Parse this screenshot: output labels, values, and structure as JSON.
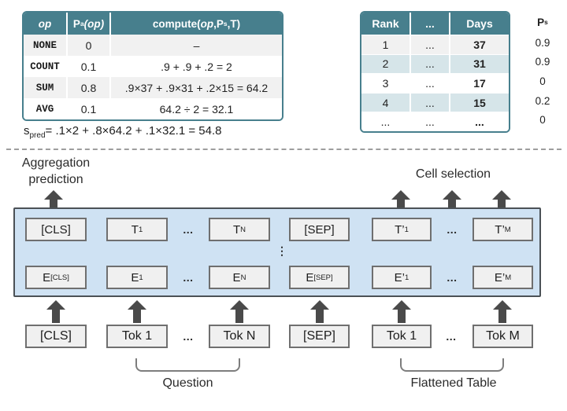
{
  "colors": {
    "table_header_teal": "#477f8d",
    "row_teal": "#d6e5e9",
    "row_gray": "#f1f1f1",
    "transformer_fill": "#cfe2f3",
    "transformer_border": "#4b5156",
    "arrow_gray": "#4a4a4a"
  },
  "op_table": {
    "header": {
      "col1": "op",
      "col2": {
        "p": "P",
        "sub": "a",
        "rest": "(op)"
      },
      "col3": {
        "pre": "compute(",
        "op": "op",
        "mid": ",P",
        "sub": "s",
        "post": ",T)"
      }
    },
    "rows": [
      {
        "op": "NONE",
        "pa": "0",
        "compute": "–"
      },
      {
        "op": "COUNT",
        "pa": "0.1",
        "compute": ".9 + .9 + .2 = 2"
      },
      {
        "op": "SUM",
        "pa": "0.8",
        "compute": ".9×37 + .9×31 + .2×15 = 64.2"
      },
      {
        "op": "AVG",
        "pa": "0.1",
        "compute": "64.2 ÷ 2 = 32.1"
      }
    ]
  },
  "s_pred": {
    "base": "s",
    "sub": "pred",
    "formula": "= .1×2 + .8×64.2 + .1×32.1 = 54.8"
  },
  "rank_table": {
    "header": {
      "col1": "Rank",
      "col2": "...",
      "col3": "Days"
    },
    "rows": [
      {
        "rank": "1",
        "mid": "...",
        "days": "37"
      },
      {
        "rank": "2",
        "mid": "...",
        "days": "31"
      },
      {
        "rank": "3",
        "mid": "...",
        "days": "17"
      },
      {
        "rank": "4",
        "mid": "...",
        "days": "15"
      },
      {
        "rank": "...",
        "mid": "...",
        "days": "..."
      }
    ]
  },
  "ps_column": {
    "header": {
      "p": "P",
      "sub": "s"
    },
    "values": [
      "0.9",
      "0.9",
      "0",
      "0.2",
      "0"
    ]
  },
  "diagram": {
    "aggregation_label_line1": "Aggregation",
    "aggregation_label_line2": "prediction",
    "cell_selection_label": "Cell selection",
    "question_label": "Question",
    "flattened_table_label": "Flattened Table",
    "hdots": "...",
    "vdots": "⋮",
    "t_row": [
      {
        "main": "[CLS]",
        "sub": ""
      },
      {
        "main": "T",
        "sub": "1"
      },
      {
        "main": "T",
        "sub": "N"
      },
      {
        "main": "[SEP]",
        "sub": ""
      },
      {
        "main": "T’",
        "sub": "1"
      },
      {
        "main": "T’",
        "sub": "M"
      }
    ],
    "e_row": [
      {
        "main": "E",
        "sub": "[CLS]"
      },
      {
        "main": "E",
        "sub": "1"
      },
      {
        "main": "E",
        "sub": "N"
      },
      {
        "main": "E",
        "sub": "[SEP]"
      },
      {
        "main": "E’",
        "sub": "1"
      },
      {
        "main": "E’",
        "sub": "M"
      }
    ],
    "input_row": [
      "[CLS]",
      "Tok 1",
      "Tok N",
      "[SEP]",
      "Tok 1",
      "Tok M"
    ]
  }
}
